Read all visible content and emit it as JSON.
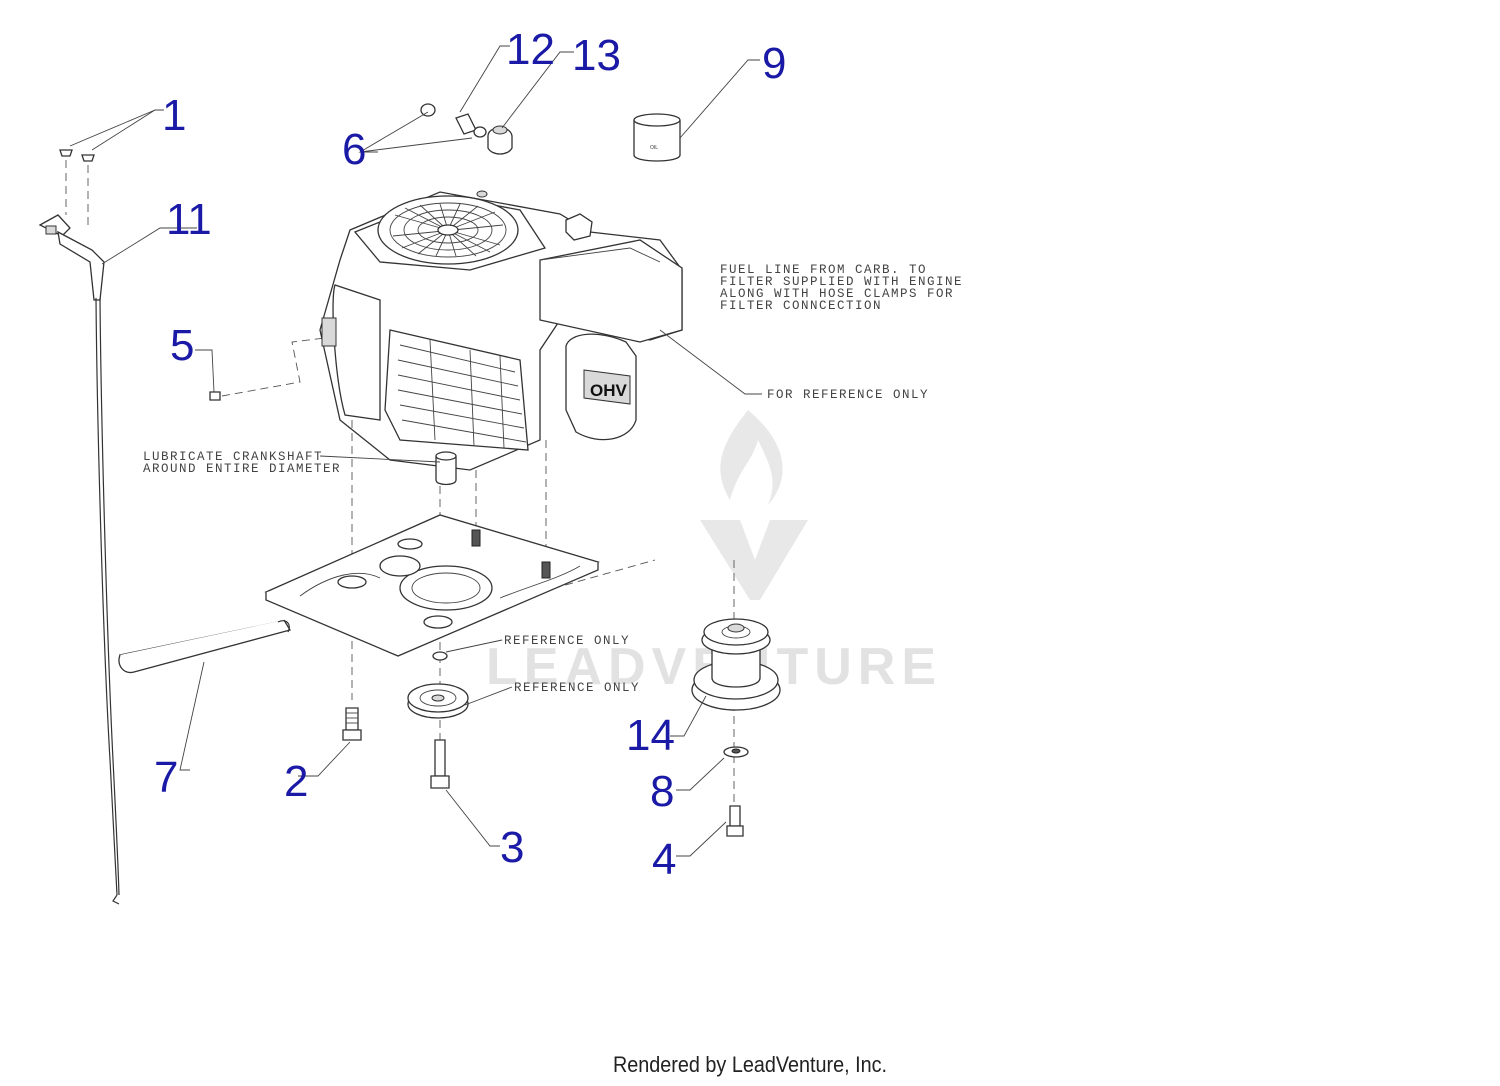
{
  "diagram": {
    "callouts": {
      "c1": "1",
      "c2": "2",
      "c3": "3",
      "c4": "4",
      "c5": "5",
      "c6": "6",
      "c7": "7",
      "c8": "8",
      "c9": "9",
      "c11": "11",
      "c12": "12",
      "c13": "13",
      "c14": "14"
    },
    "notes": {
      "fuel_line_1": "FUEL LINE FROM CARB. TO",
      "fuel_line_2": "FILTER SUPPLIED WITH ENGINE",
      "fuel_line_3": "ALONG WITH HOSE CLAMPS FOR",
      "fuel_line_4": "FILTER CONNCECTION",
      "for_reference": "FOR REFERENCE ONLY",
      "lubricate_1": "LUBRICATE CRANKSHAFT",
      "lubricate_2": "AROUND ENTIRE DIAMETER",
      "reference_1": "REFERENCE ONLY",
      "reference_2": "REFERENCE ONLY",
      "oil_label": "OIL",
      "engine_badge": "OHV"
    },
    "watermark": "LEADVENTURE",
    "footer": "Rendered by LeadVenture, Inc."
  },
  "colors": {
    "callout": "#1a1aa6",
    "linework": "#333333",
    "watermark": "#e2e2e2"
  }
}
